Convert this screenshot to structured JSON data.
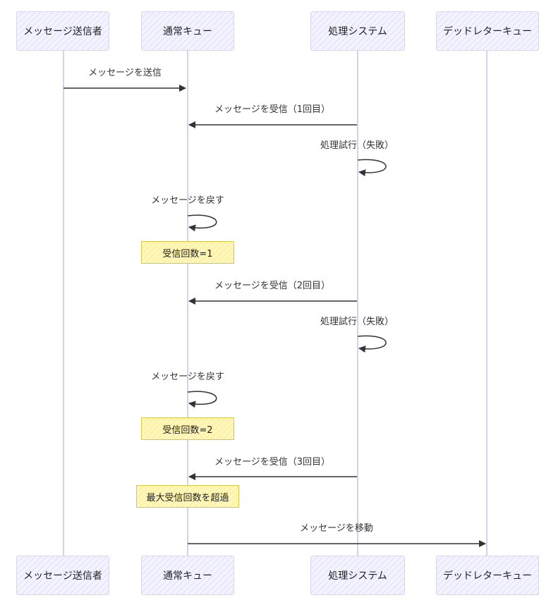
{
  "actors": [
    {
      "id": "sender",
      "label": "メッセージ送信者"
    },
    {
      "id": "queue",
      "label": "通常キュー"
    },
    {
      "id": "system",
      "label": "処理システム"
    },
    {
      "id": "dlq",
      "label": "デッドレターキュー"
    }
  ],
  "messages": [
    {
      "label": "メッセージを送信"
    },
    {
      "label": "メッセージを受信（1回目）"
    },
    {
      "label": "処理試行（失敗）"
    },
    {
      "label": "メッセージを戻す"
    },
    {
      "label": "メッセージを受信（2回目）"
    },
    {
      "label": "処理試行（失敗）"
    },
    {
      "label": "メッセージを戻す"
    },
    {
      "label": "メッセージを受信（3回目）"
    },
    {
      "label": "メッセージを移動"
    }
  ],
  "notes": [
    {
      "label": "受信回数=1"
    },
    {
      "label": "受信回数=2"
    },
    {
      "label": "最大受信回数を超過"
    }
  ],
  "colors": {
    "actor_fill": "#f3f2ff",
    "lifeline": "#d7d1f0",
    "note_fill": "#fff6b8",
    "arrow": "#333333"
  }
}
